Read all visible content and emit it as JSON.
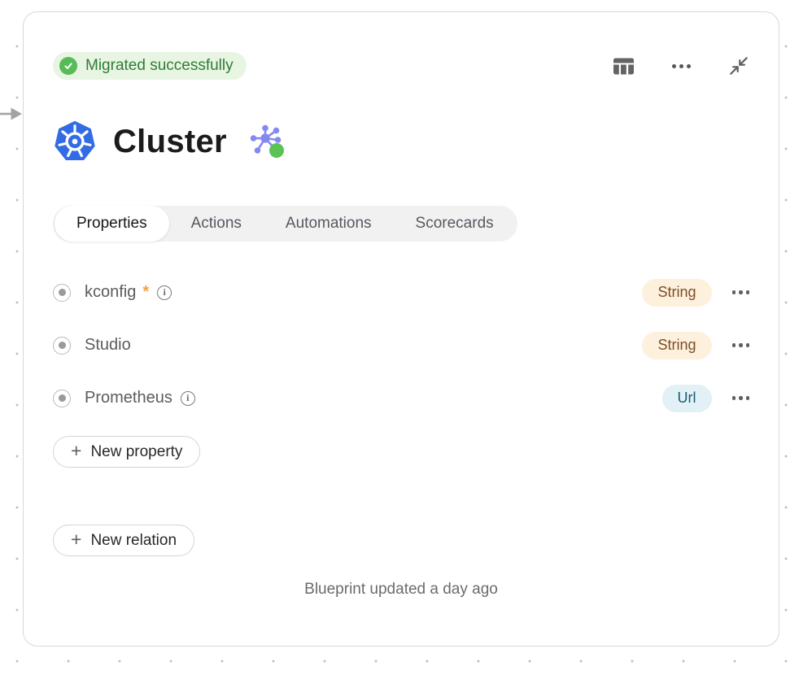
{
  "status": {
    "label": "Migrated successfully"
  },
  "toolbar": {
    "icons": [
      "table-columns",
      "more-options",
      "collapse"
    ]
  },
  "header": {
    "title": "Cluster"
  },
  "tabs": {
    "active": "Properties",
    "items": [
      {
        "label": "Properties"
      },
      {
        "label": "Actions"
      },
      {
        "label": "Automations"
      },
      {
        "label": "Scorecards"
      }
    ]
  },
  "properties": {
    "rows": [
      {
        "name": "kconfig",
        "required": "*",
        "type": "String",
        "badge_style": "string"
      },
      {
        "name": "Studio",
        "required": "",
        "type": "String",
        "badge_style": "string"
      },
      {
        "name": "Prometheus",
        "required": "",
        "type": "Url",
        "badge_style": "url"
      }
    ],
    "plus": "+",
    "new_property_label": "New property"
  },
  "relations": {
    "new_relation_label": "New relation"
  },
  "footer": {
    "text": "Blueprint updated a day ago"
  },
  "colors": {
    "status_bg": "#e7f5e2",
    "status_text": "#2f7d36",
    "status_icon_green": "#57bb57",
    "string_badge_bg": "#fdf0dd",
    "string_badge_text": "#7d4e24",
    "url_badge_bg": "#e2f1f6",
    "url_badge_text": "#175b70",
    "kubernetes_blue": "#326ce5",
    "graph_purple": "#8389f1",
    "graph_green": "#5cc253",
    "required_asterisk": "#f0a24a"
  }
}
